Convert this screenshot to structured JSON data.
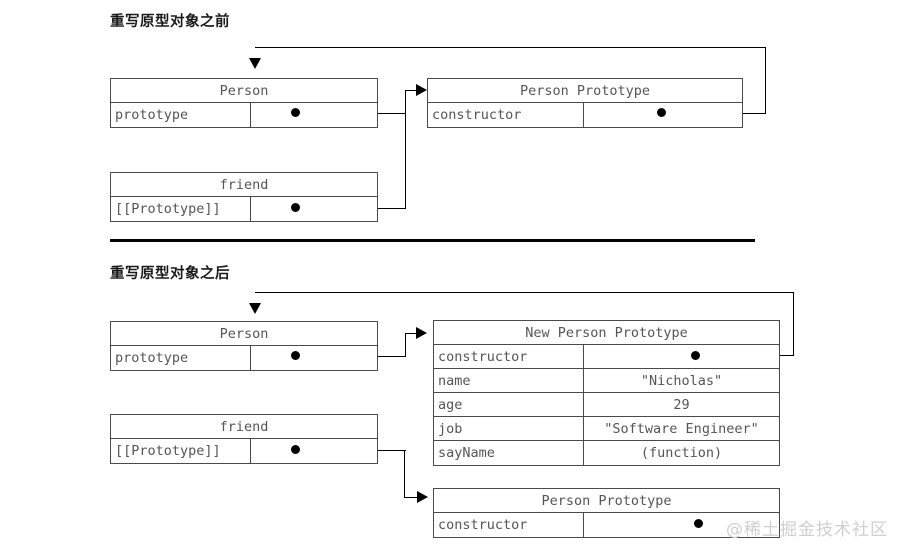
{
  "diagram": {
    "watermark": "@稀土掘金技术社区",
    "sections": [
      {
        "heading": "重写原型对象之前",
        "boxes": [
          {
            "name": "person-before",
            "title": "Person",
            "rows": [
              {
                "key": "prototype",
                "value": "",
                "pointer": true
              }
            ]
          },
          {
            "name": "person-prototype-before",
            "title": "Person Prototype",
            "rows": [
              {
                "key": "constructor",
                "value": "",
                "pointer": true
              }
            ]
          },
          {
            "name": "friend-before",
            "title": "friend",
            "rows": [
              {
                "key": "[[Prototype]]",
                "value": "",
                "pointer": true
              }
            ]
          }
        ]
      },
      {
        "heading": "重写原型对象之后",
        "boxes": [
          {
            "name": "person-after",
            "title": "Person",
            "rows": [
              {
                "key": "prototype",
                "value": "",
                "pointer": true
              }
            ]
          },
          {
            "name": "new-person-prototype",
            "title": "New Person Prototype",
            "rows": [
              {
                "key": "constructor",
                "value": "",
                "pointer": true
              },
              {
                "key": "name",
                "value": "\"Nicholas\"",
                "pointer": false
              },
              {
                "key": "age",
                "value": "29",
                "pointer": false
              },
              {
                "key": "job",
                "value": "\"Software Engineer\"",
                "pointer": false
              },
              {
                "key": "sayName",
                "value": "(function)",
                "pointer": false
              }
            ]
          },
          {
            "name": "friend-after",
            "title": "friend",
            "rows": [
              {
                "key": "[[Prototype]]",
                "value": "",
                "pointer": true
              }
            ]
          },
          {
            "name": "person-prototype-after",
            "title": "Person Prototype",
            "rows": [
              {
                "key": "constructor",
                "value": "",
                "pointer": true
              }
            ]
          }
        ]
      }
    ]
  }
}
